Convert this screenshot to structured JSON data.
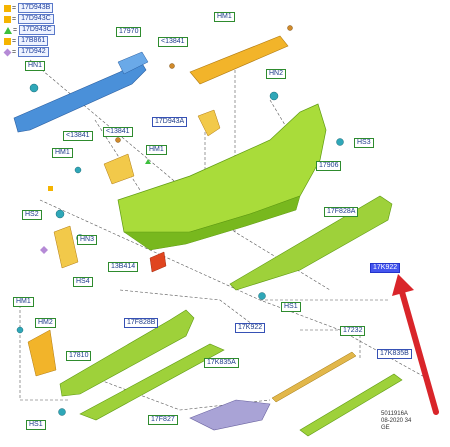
{
  "legend": [
    {
      "shape": "square",
      "color": "#f5b400",
      "code": "17D943B"
    },
    {
      "shape": "square",
      "color": "#f5b400",
      "code": "17D943C"
    },
    {
      "shape": "triangle",
      "color": "#3cbf3c",
      "code": "17D943C"
    },
    {
      "shape": "square",
      "color": "#f5b400",
      "code": "17B861"
    },
    {
      "shape": "diamond",
      "color": "#b58ad6",
      "code": "17D942"
    }
  ],
  "labels": {
    "l17970": "17970",
    "l13841a": "<13841",
    "lhm1a": "HM1",
    "lhn1": "HN1",
    "lhn2": "HN2",
    "l17d943a": "17D943A",
    "l13841b": "<13841",
    "l13841c": "<13841",
    "lhm1b": "HM1",
    "lhm1c": "HM1",
    "lhs3": "HS3",
    "l17906": "17906",
    "lhs2": "HS2",
    "lhn3": "HN3",
    "lhs4": "HS4",
    "l13b414": "13B414",
    "l17f828a": "17F828A",
    "l17k922a": "17K922",
    "lhm1d": "HM1",
    "lhm2": "HM2",
    "l17f828b": "17F828B",
    "l17k922b": "17K922",
    "lhs1a": "HS1",
    "l17810": "17810",
    "l17k835a": "17K835A",
    "l17232": "17232",
    "l17k835b": "17K835B",
    "l17f827": "17F827",
    "lhs1b": "HS1"
  },
  "footer": {
    "line1": "5011916A",
    "line2": "08-2020 34",
    "line3": "GE"
  },
  "colors": {
    "bumper": "#a9dc3a",
    "bumper_shade": "#78b81e",
    "beam": "#4a90d9",
    "bracket": "#f2b42a",
    "arrow": "#d9252a",
    "reflector": "#e0451f",
    "clip": "#2fa7b8",
    "diffuser": "#a9a3d6"
  }
}
